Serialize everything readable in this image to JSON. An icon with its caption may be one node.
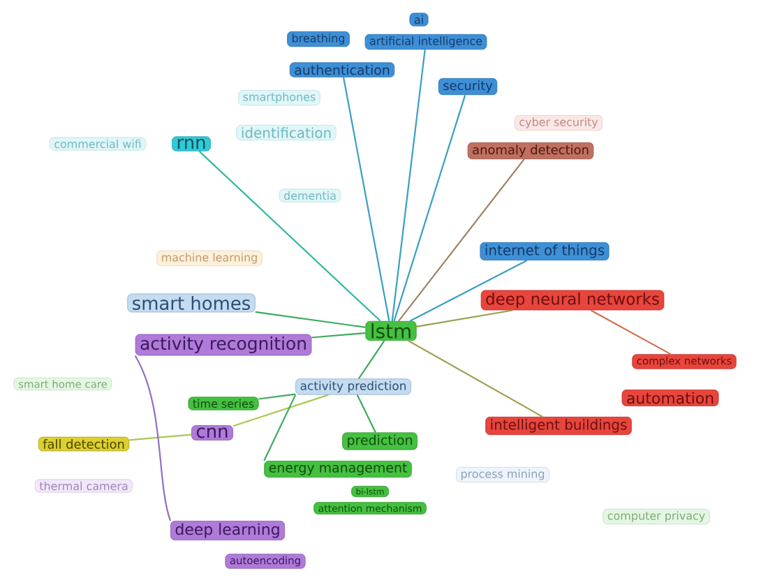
{
  "diagram": {
    "nodes": [
      {
        "text": [
          "ai"
        ]
      },
      {
        "text": [
          "artificial intelligence"
        ]
      },
      {
        "text": [
          "breathing"
        ]
      },
      {
        "text": [
          "authentication"
        ]
      },
      {
        "text": [
          "security"
        ]
      },
      {
        "text": [
          "smartphones"
        ]
      },
      {
        "text": [
          "identification"
        ]
      },
      {
        "text": [
          "commercial wifi"
        ]
      },
      {
        "text": [
          "rnn"
        ]
      },
      {
        "text": [
          "dementia"
        ]
      },
      {
        "text": [
          "cyber security"
        ]
      },
      {
        "text": [
          "anomaly detection"
        ]
      },
      {
        "text": [
          "internet of things"
        ]
      },
      {
        "text": [
          "machine learning"
        ]
      },
      {
        "text": [
          "smart homes"
        ]
      },
      {
        "text": [
          "deep neural networks"
        ]
      },
      {
        "text": [
          "lstm"
        ]
      },
      {
        "text": [
          "activity recognition"
        ]
      },
      {
        "text": [
          "smart home care"
        ]
      },
      {
        "text": [
          "activity prediction"
        ]
      },
      {
        "text": [
          "complex networks"
        ]
      },
      {
        "text": [
          "time series"
        ]
      },
      {
        "text": [
          "process mining"
        ]
      },
      {
        "text": [
          "cnn"
        ]
      },
      {
        "text": [
          "automation"
        ]
      },
      {
        "text": [
          "intelligent buildings"
        ]
      },
      {
        "text": [
          "fall detection"
        ]
      },
      {
        "text": [
          "prediction"
        ]
      },
      {
        "text": [
          "energy management"
        ]
      },
      {
        "text": [
          "thermal camera"
        ]
      },
      {
        "text": [
          "bi-lstm"
        ]
      },
      {
        "text": [
          "attention mechanism"
        ]
      },
      {
        "text": [
          "deep learning"
        ]
      },
      {
        "text": [
          "autoencoding"
        ]
      },
      {
        "text": [
          "computer privacy"
        ]
      }
    ],
    "edges": [
      {
        "from": 16,
        "to": 3,
        "arrow": "none",
        "color": "#3a9fc0"
      },
      {
        "from": 16,
        "to": 1,
        "arrow": "none",
        "color": "#3a9fc0"
      },
      {
        "from": 16,
        "to": 4,
        "arrow": "none",
        "color": "#3a9fc0"
      },
      {
        "from": 16,
        "to": 8,
        "arrow": "none",
        "color": "#30b8a0"
      },
      {
        "from": 16,
        "to": 11,
        "arrow": "none",
        "color": "#a08060"
      },
      {
        "from": 16,
        "to": 12,
        "arrow": "none",
        "color": "#3a9fc0"
      },
      {
        "from": 16,
        "to": 14,
        "arrow": "none"
      },
      {
        "from": 16,
        "to": 15,
        "arrow": "none",
        "color": "#9aa050"
      },
      {
        "from": 16,
        "to": 17,
        "arrow": "none"
      },
      {
        "from": 16,
        "to": 19,
        "arrow": "none"
      },
      {
        "from": 16,
        "to": 25,
        "arrow": "none",
        "color": "#a0a050"
      },
      {
        "from": 15,
        "to": 20,
        "arrow": "none",
        "color": "#d07050"
      },
      {
        "from": 19,
        "to": 21,
        "arrow": "none"
      },
      {
        "from": 19,
        "to": 23,
        "arrow": "none",
        "color": "#a8c850"
      },
      {
        "from": 19,
        "to": 27,
        "arrow": "none"
      },
      {
        "from": 19,
        "to": 28,
        "arrow": "none"
      },
      {
        "from": 23,
        "to": 26,
        "arrow": "none",
        "color": "#a8c850"
      },
      {
        "from": 17,
        "to": 32,
        "arrow": "none",
        "color": "#9070c0"
      }
    ]
  }
}
